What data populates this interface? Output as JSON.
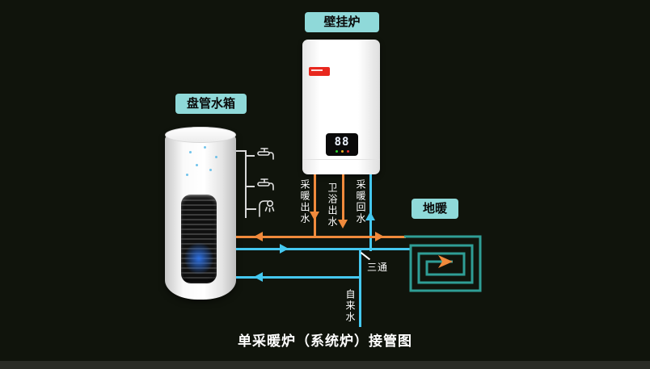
{
  "title": "单采暖炉（系统炉）接管图",
  "components": {
    "boiler": {
      "label": "壁挂炉",
      "display_value": "88"
    },
    "tank": {
      "label": "盘管水箱"
    },
    "floor_heating": {
      "label": "地暖"
    }
  },
  "pipe_labels": {
    "heating_supply": "采暖出水",
    "bath_outlet": "卫浴出水",
    "heating_return": "采暖回水",
    "tap_water": "自来水",
    "tee": "三通"
  },
  "icons": {
    "fixtures": [
      "faucet-icon",
      "faucet-icon",
      "shower-icon"
    ]
  },
  "colors": {
    "background": "#10140c",
    "label_bg": "#8fd9d9",
    "supply_orange": "#f08a3c",
    "return_cyan": "#45c8f0",
    "coil_teal": "#2f9e96"
  }
}
